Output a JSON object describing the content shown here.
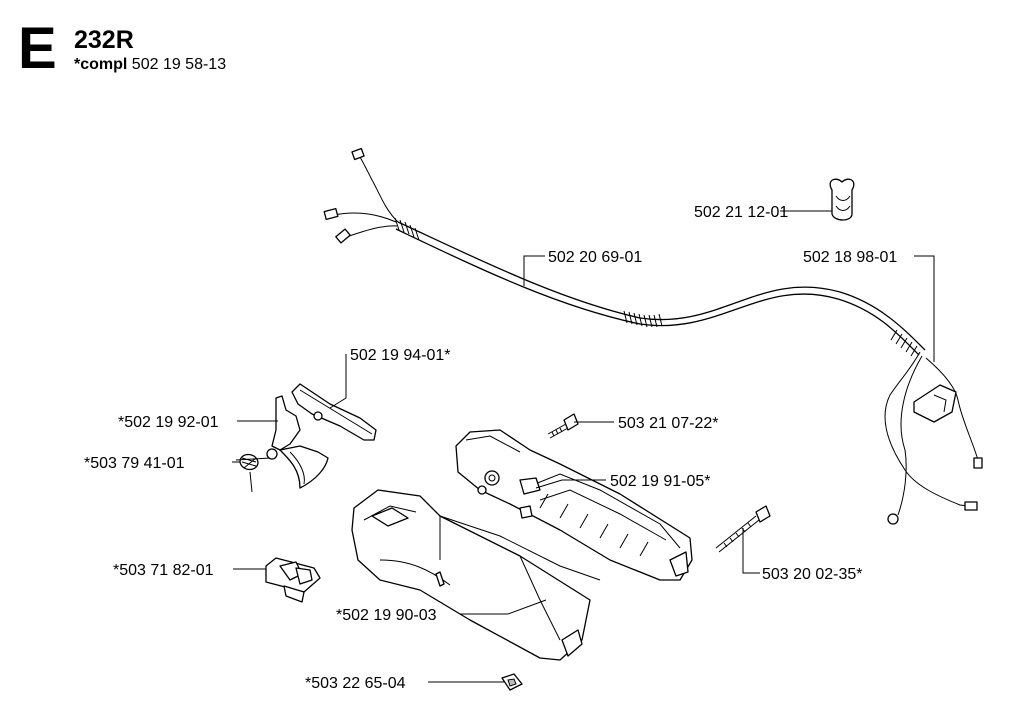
{
  "header": {
    "section_letter": "E",
    "model": "232R",
    "compl_prefix": "*compl",
    "compl_number": "502 19 58-13"
  },
  "parts": [
    {
      "id": "cable_clip",
      "number": "502 21 12-01"
    },
    {
      "id": "throttle_cable",
      "number": "502 20 69-01"
    },
    {
      "id": "wire_harness",
      "number": "502 18 98-01"
    },
    {
      "id": "throttle_lockout",
      "number": "502 19 94-01*"
    },
    {
      "id": "throttle_trigger",
      "number": "*502 19 92-01"
    },
    {
      "id": "spring",
      "number": "*503 79 41-01"
    },
    {
      "id": "screw_upper",
      "number": "503 21 07-22*"
    },
    {
      "id": "handle_right",
      "number": "502 19 91-05*"
    },
    {
      "id": "screw_lower",
      "number": "503 20 02-35*"
    },
    {
      "id": "stop_switch",
      "number": "*503 71 82-01"
    },
    {
      "id": "handle_left",
      "number": "*502 19 90-03"
    },
    {
      "id": "nut",
      "number": "*503 22 65-04"
    }
  ]
}
